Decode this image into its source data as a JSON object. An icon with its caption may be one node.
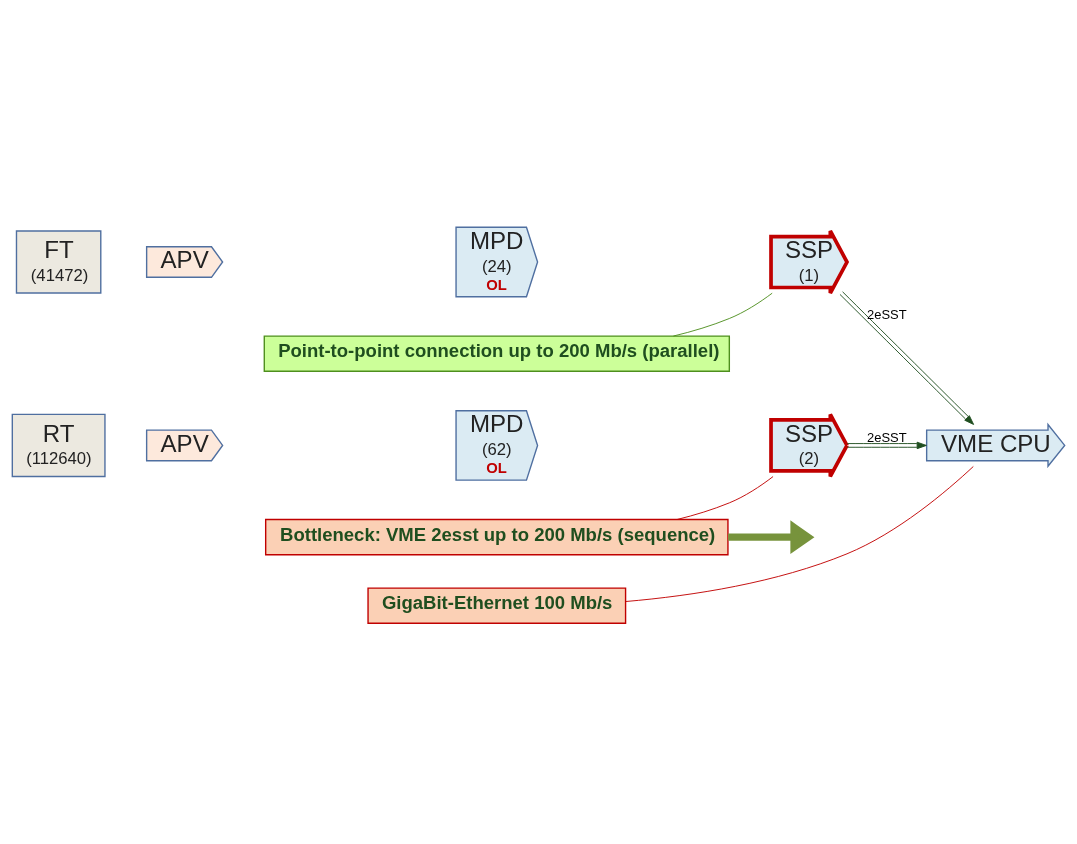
{
  "diagram": {
    "nodes": [
      {
        "text": [
          "FT",
          "(41472)"
        ]
      },
      {
        "text": [
          "APV"
        ]
      },
      {
        "text": [
          "MPD",
          "(24)",
          "OL"
        ]
      },
      {
        "text": [
          "SSP",
          "(1)"
        ]
      },
      {
        "text": [
          "RT",
          "(112640)"
        ]
      },
      {
        "text": [
          "APV"
        ]
      },
      {
        "text": [
          "MPD",
          "(62)",
          "OL"
        ]
      },
      {
        "text": [
          "SSP",
          "(2)"
        ]
      },
      {
        "text": [
          "VME CPU"
        ]
      },
      {
        "text": [
          "Point-to-point connection up to 200 Mb/s (parallel)"
        ]
      },
      {
        "text": [
          "GigaBit-Ethernet 100 Mb/s"
        ]
      },
      {
        "text": [
          "Bottleneck: VME 2esst up to 200 Mb/s (sequence)"
        ]
      }
    ],
    "edges": [
      {
        "from": 3,
        "to": 8,
        "arrow": "to",
        "label": "2eSST"
      },
      {
        "from": 7,
        "to": 8,
        "arrow": "to",
        "label": "2eSST"
      },
      {
        "from": 9,
        "to": 3,
        "arrow": "none",
        "color": "#4e8f1e"
      },
      {
        "from": 10,
        "to": 8,
        "arrow": "none",
        "color": "#c00000"
      },
      {
        "from": 11,
        "to": 7,
        "arrow": "none",
        "color": "#c00000"
      },
      {
        "from": 11,
        "to": null,
        "arrow": "to",
        "style": "thick",
        "color": "#77933c"
      }
    ]
  }
}
